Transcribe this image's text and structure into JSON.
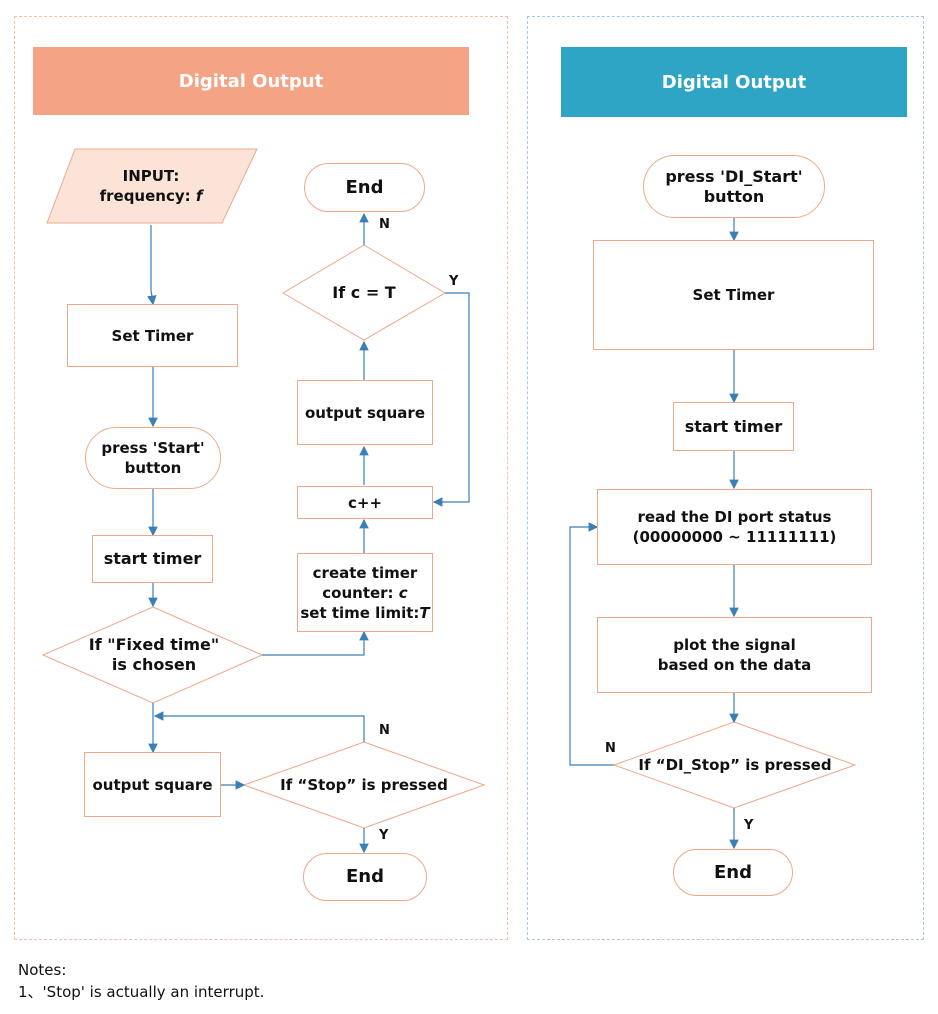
{
  "left": {
    "header": "Digital Output",
    "input": "INPUT:\nfrequency: ",
    "input_var": "f",
    "set_timer": "Set Timer",
    "press_start": "press 'Start'\nbutton",
    "start_timer": "start timer",
    "fixed_time": "If \"Fixed time\"\nis chosen",
    "output_square": "output square",
    "if_stop": "If “Stop” is pressed",
    "end": "End",
    "create_timer": "create timer\ncounter: ",
    "create_timer_var": "c",
    "set_limit": "set time limit:",
    "set_limit_var": "T",
    "c_inc": "c++",
    "output_square_2": "output square",
    "if_c_t": "If c = T",
    "end_top": "End",
    "label_n_top": "N",
    "label_y_top": "Y",
    "label_n_stop": "N",
    "label_y_stop": "Y"
  },
  "right": {
    "header": "Digital Output",
    "press_di_start": "press 'DI_Start'\nbutton",
    "set_timer": "Set Timer",
    "start_timer": "start timer",
    "read_di": "read the DI port status\n(00000000 ~ 11111111)",
    "plot": "plot the signal\nbased on the data",
    "if_di_stop": "If “DI_Stop” is pressed",
    "end": "End",
    "label_n": "N",
    "label_y": "Y"
  },
  "notes": {
    "title": "Notes:",
    "line1": "1、'Stop' is actually an interrupt."
  },
  "colors": {
    "left_accent": "#f4a485",
    "right_accent": "#2ea5c4",
    "node_border": "#f0a88a",
    "input_fill": "#fbe3d8",
    "connector": "#3a7fb6"
  }
}
